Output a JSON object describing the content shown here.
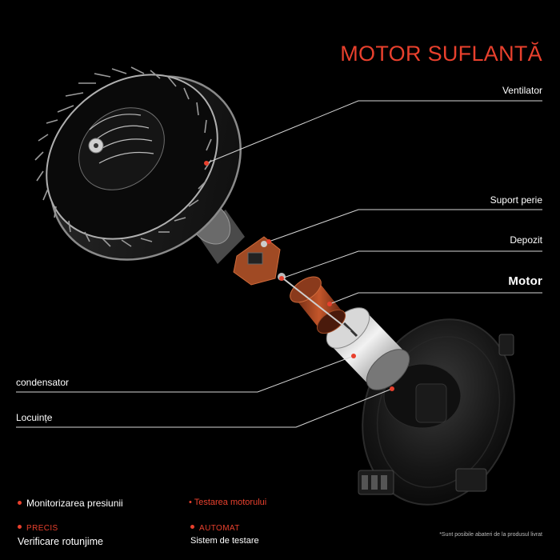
{
  "title": "MOTOR SUFLANTĂ",
  "labels": {
    "ventilator": "Ventilator",
    "suport_perie": "Suport perie",
    "depozit": "Depozit",
    "motor": "Motor",
    "condensator": "condensator",
    "locuinte": "Locuințe"
  },
  "features": {
    "f1": "Monitorizarea presiunii",
    "f2": "Testarea motorului",
    "f3_tag": "PRECIS",
    "f3": "Verificare rotunjime",
    "f4_tag": "AUTOMAT",
    "f4": "Sistem de testare"
  },
  "note": "*Sunt posibile abateri de la produsul livrat",
  "colors": {
    "accent": "#e8402d",
    "background": "#000000",
    "text": "#ffffff"
  }
}
